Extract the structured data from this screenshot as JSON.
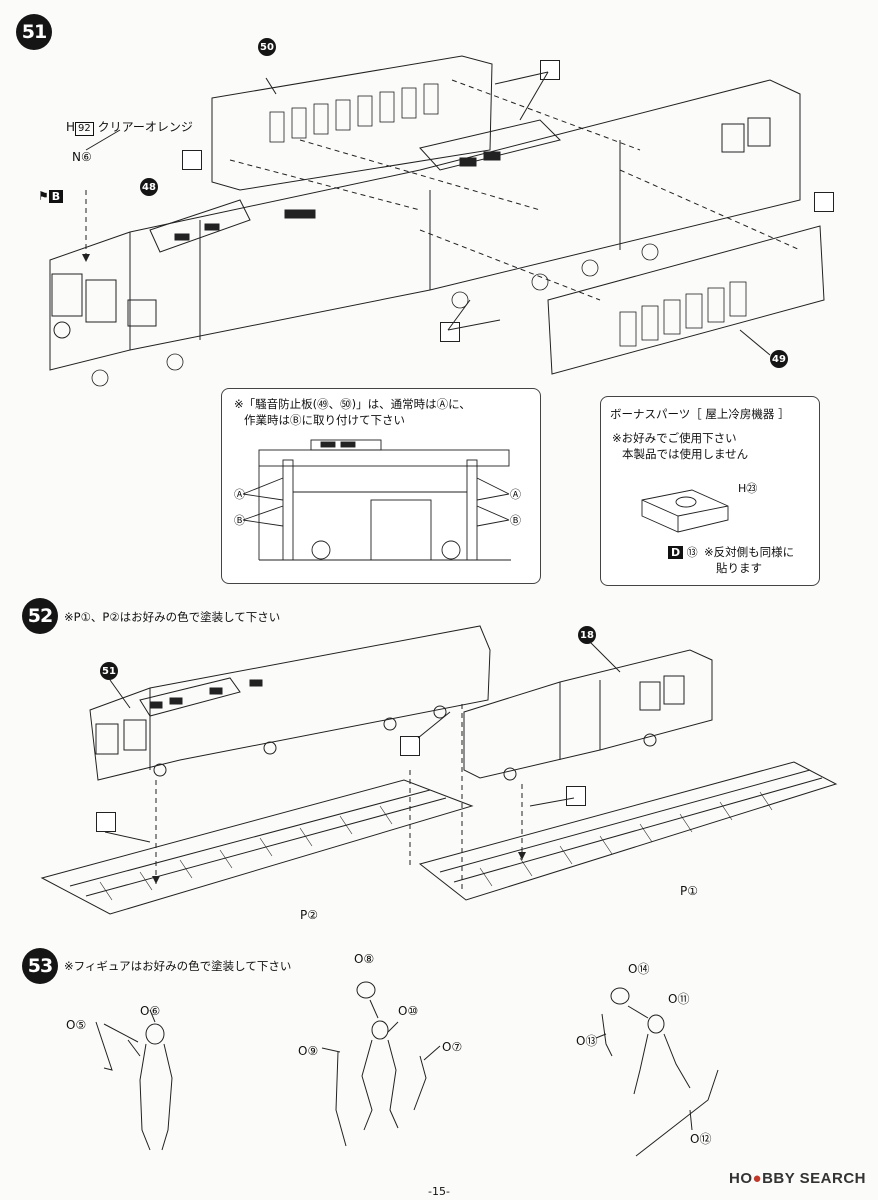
{
  "steps": {
    "s51": {
      "number": "51",
      "paint_note": "クリアーオレンジ",
      "part_h": "H",
      "part_h_num": "92",
      "part_n": "N⑥",
      "glue_label": "B",
      "callouts": [
        "50",
        "48",
        "49"
      ],
      "inset_left": {
        "line1": "※「騒音防止板(㊾、㊿)」は、通常時はⒶに、",
        "line2": "作業時はⒷに取り付けて下さい",
        "mark_a": "A",
        "mark_b": "B"
      },
      "inset_right": {
        "title": "ボーナスパーツ［ 屋上冷房機器 ］",
        "line1": "※お好みでご使用下さい",
        "line2": "本製品では使用しません",
        "part": "H㉓",
        "part_d": "D",
        "part_d_num": "⑬",
        "note1": "※反対側も同様に",
        "note2": "貼ります"
      }
    },
    "s52": {
      "number": "52",
      "note": "※P①、P②はお好みの色で塗装して下さい",
      "callout_left": "51",
      "callout_right": "18",
      "track_left": "P②",
      "track_right": "P①"
    },
    "s53": {
      "number": "53",
      "note": "※フィギュアはお好みの色で塗装して下さい",
      "fig1": {
        "a": "O⑤",
        "b": "O⑥"
      },
      "fig2": {
        "a": "O⑧",
        "b": "O⑩",
        "c": "O⑨",
        "d": "O⑦"
      },
      "fig3": {
        "a": "O⑭",
        "b": "O⑪",
        "c": "O⑬",
        "d": "O⑫"
      }
    }
  },
  "footer": {
    "page": "-15-"
  },
  "watermark": {
    "text1": "HO",
    "text2": "BBY SEARCH"
  }
}
